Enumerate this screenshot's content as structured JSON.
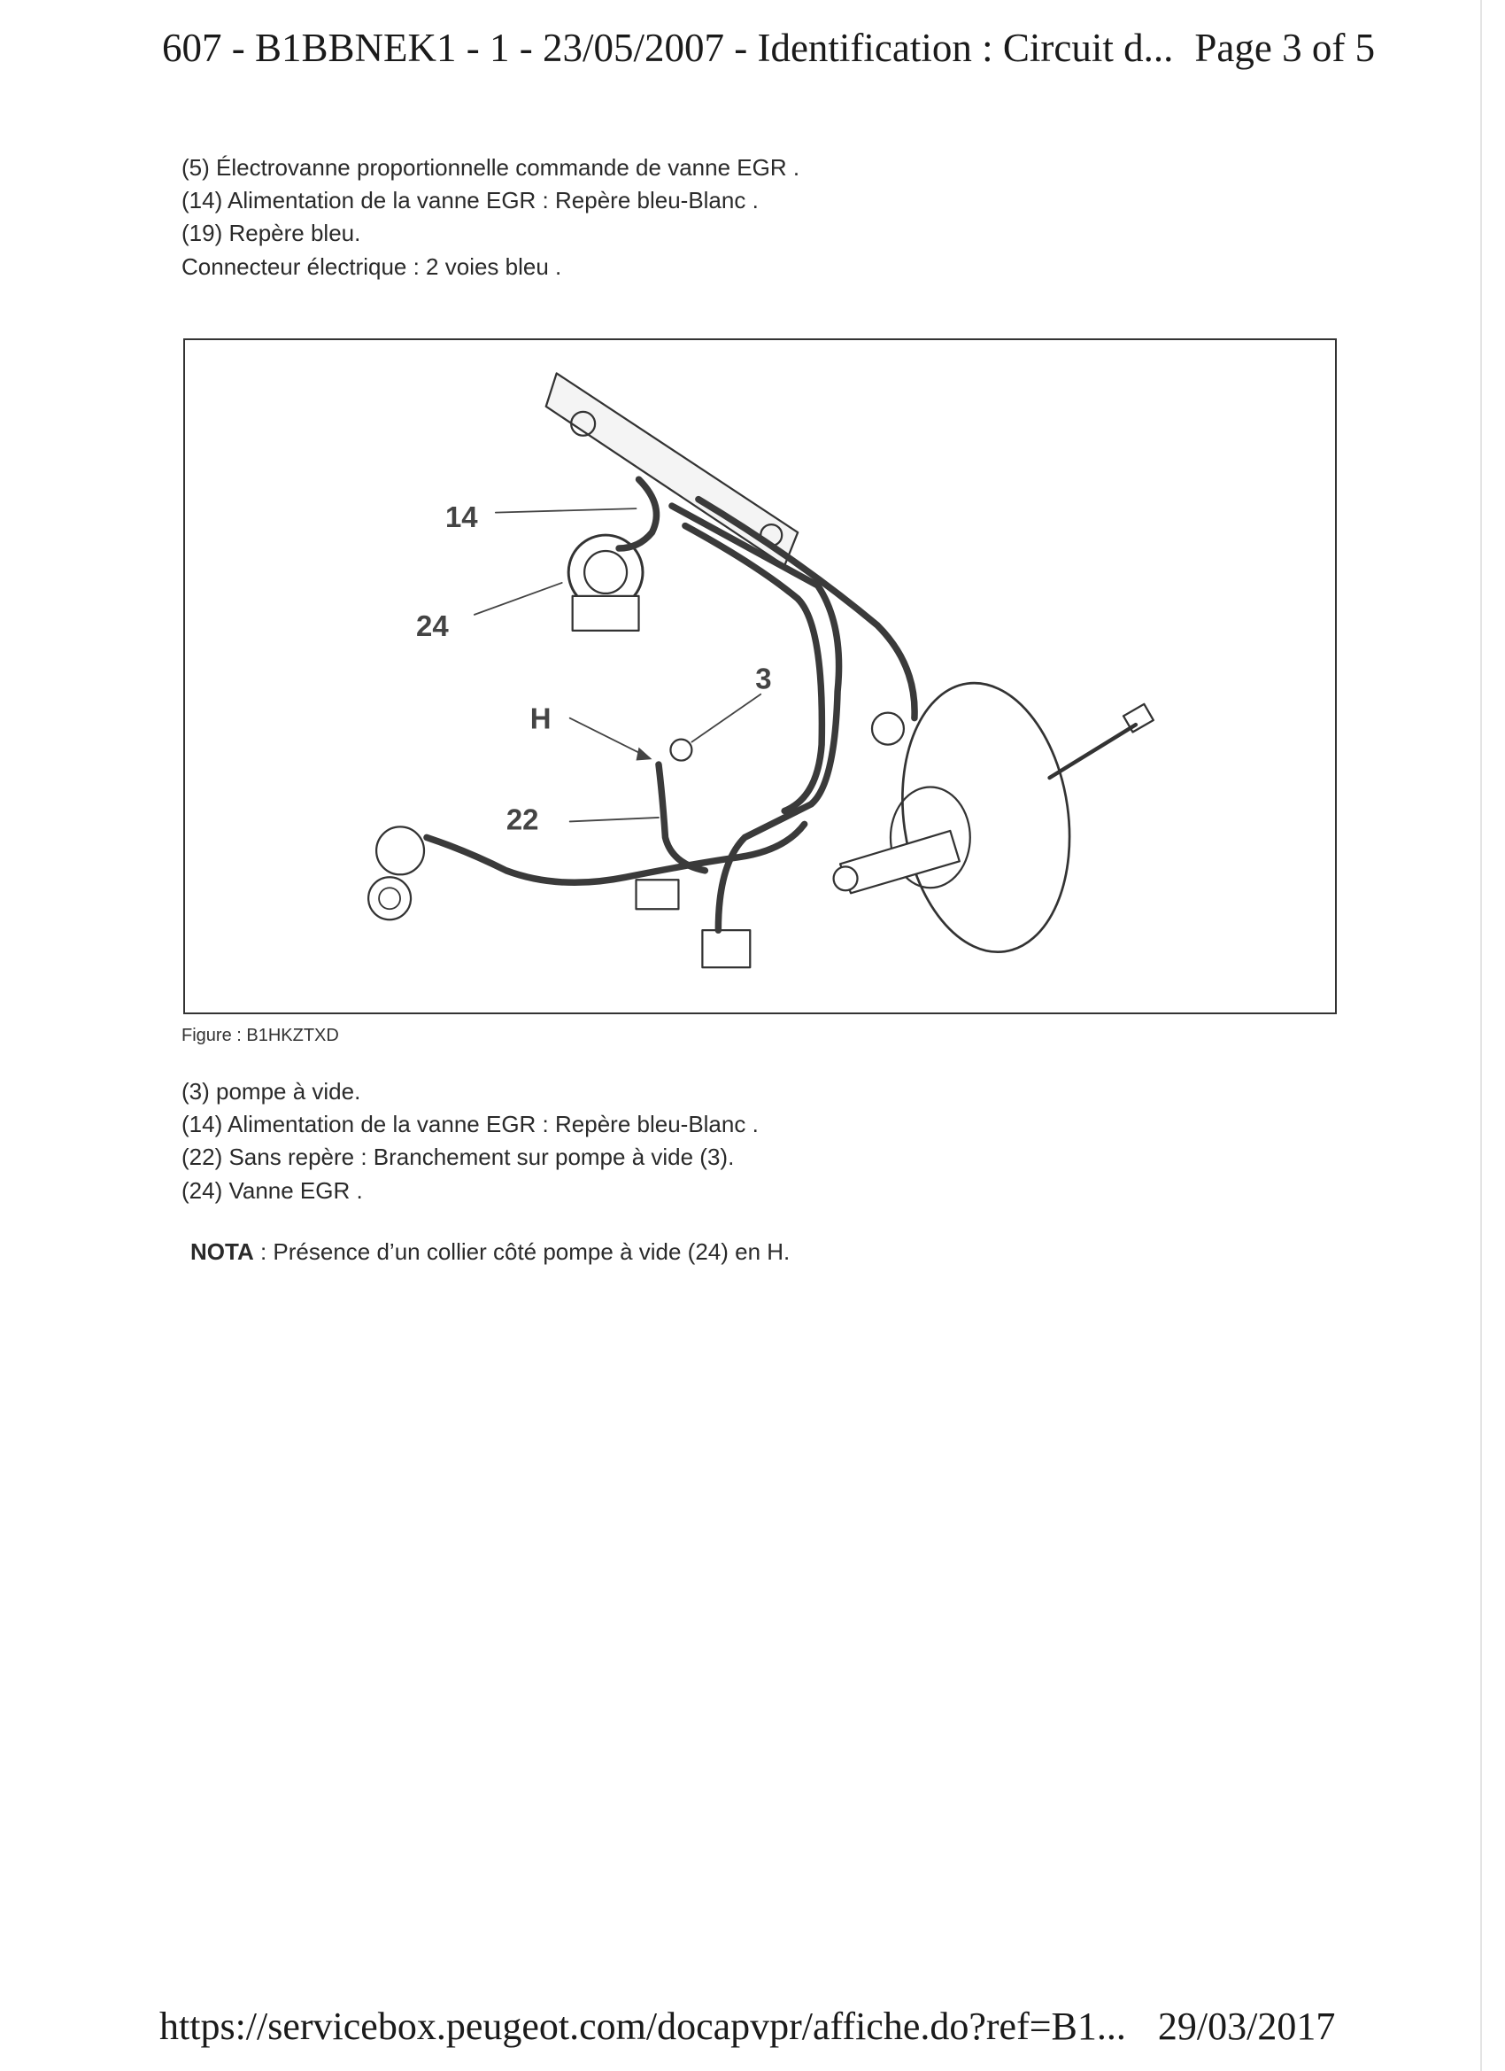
{
  "header": {
    "title": "607 - B1BBNEK1 - 1 - 23/05/2007 - Identification : Circuit d...",
    "page": "Page 3 of 5"
  },
  "intro_lines": [
    "(5) Électrovanne proportionnelle commande de vanne EGR .",
    "(14) Alimentation de la vanne EGR : Repère bleu-Blanc .",
    "(19) Repère bleu.",
    "Connecteur électrique : 2 voies bleu ."
  ],
  "figure": {
    "labels": {
      "l14": "14",
      "l24": "24",
      "lH": "H",
      "l3": "3",
      "l22": "22"
    },
    "caption": "Figure : B1HKZTXD"
  },
  "legend_lines": [
    "(3) pompe à vide.",
    "(14) Alimentation de la vanne EGR : Repère bleu-Blanc .",
    "(22) Sans repère : Branchement sur pompe à vide (3).",
    "(24) Vanne EGR ."
  ],
  "nota": {
    "label": "NOTA",
    "text": " : Présence d’un collier côté pompe à vide (24) en H."
  },
  "footer": {
    "url": "https://servicebox.peugeot.com/docapvpr/affiche.do?ref=B1...",
    "date": "29/03/2017"
  }
}
